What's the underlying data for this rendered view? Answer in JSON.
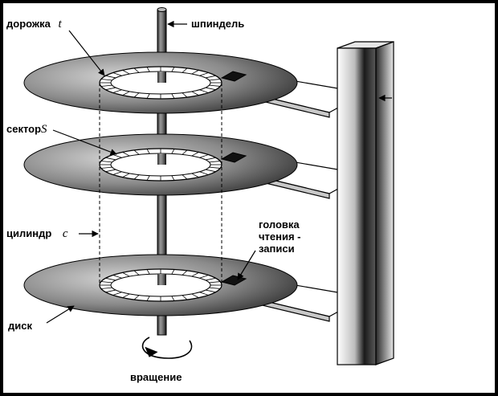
{
  "labels": {
    "track": "дорожка",
    "track_symbol": "t",
    "spindle": "шпиндель",
    "sector": "сектор",
    "sector_symbol": "S",
    "cylinder": "цилиндр",
    "cylinder_symbol": "c",
    "head_line1": "головка",
    "head_line2": "чтения -",
    "head_line3": "записи",
    "disk": "диск",
    "rotation": "вращение"
  },
  "platter_count": 3,
  "colors": {
    "frame": "#000000",
    "background": "#ffffff",
    "platter_light": "#c8c8c8",
    "platter_dark": "#3a3a3a",
    "ink": "#000000"
  }
}
